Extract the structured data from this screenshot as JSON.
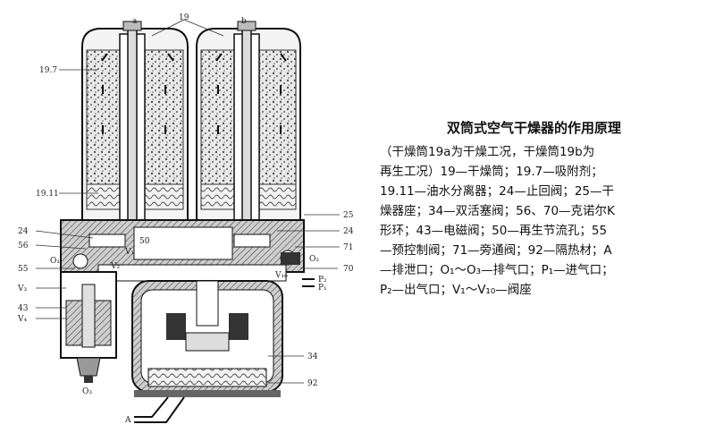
{
  "labels": {
    "top_19": "19",
    "tag_a": "a",
    "tag_b": "b",
    "l_19_7": "19.7",
    "l_19_11": "19.11",
    "l_24_left": "24",
    "l_56": "56",
    "l_O1": "O₁",
    "l_55": "55",
    "l_V3": "V₃",
    "l_43": "43",
    "l_V4": "V₄",
    "l_O3": "O₃",
    "l_25": "25",
    "l_24_right": "24",
    "l_71": "71",
    "l_O2": "O₂",
    "l_70": "70",
    "l_P2": "P₂",
    "l_P1": "P₁",
    "l_34": "34",
    "l_92": "92",
    "l_A": "A",
    "l_50": "50",
    "l_V1": "V₁",
    "l_V2": "V₂",
    "l_V10": "V₁₀"
  },
  "caption": {
    "title": "双筒式空气干燥器的作用原理",
    "line1": "（干燥筒19a为干燥工况，干燥筒19b为",
    "line2": "再生工况）19—干燥筒；19.7—吸附剂；",
    "line3": "19.11—油水分离器；24—止回阀；25—干",
    "line4": "燥器座；34—双活塞阀；56、70—克诺尔K",
    "line5": "形环；43—电磁阀；50—再生节流孔；55",
    "line6": "—预控制阀；71—旁通阀；92—隔热材；A",
    "line7": "—排泄口；O₁～O₃—排气口；P₁—进气口；",
    "line8": "P₂—出气口；V₁～V₁₀—阀座"
  }
}
